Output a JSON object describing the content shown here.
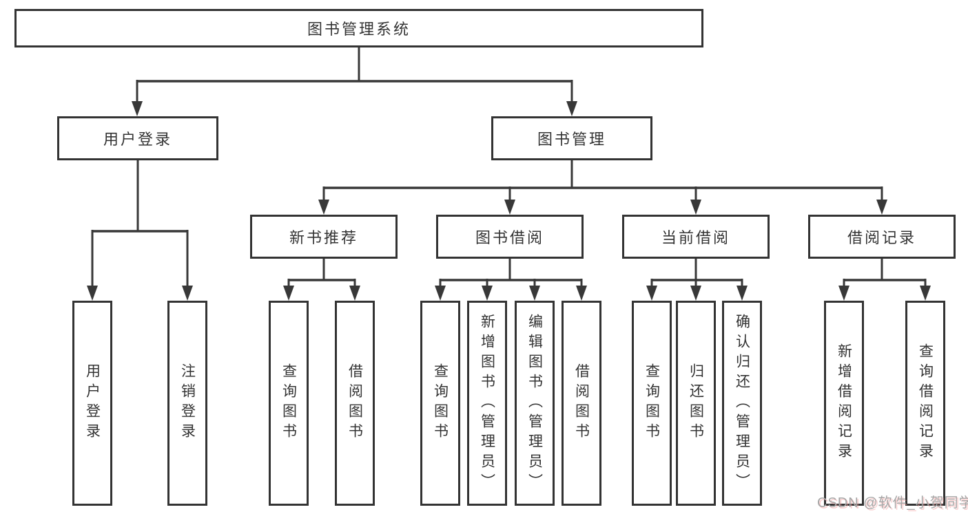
{
  "diagram": {
    "type": "functional-structure-tree",
    "colors": {
      "background": "#ffffff",
      "box_border": "#333333",
      "line": "#383838",
      "text": "#333333",
      "watermark": "#a6a6a6"
    },
    "root": {
      "label": "图书管理系统",
      "children": [
        {
          "label": "用户登录",
          "children": [
            {
              "label": "用户登录"
            },
            {
              "label": "注销登录"
            }
          ]
        },
        {
          "label": "图书管理",
          "children": [
            {
              "label": "新书推荐",
              "children": [
                {
                  "label": "查询图书"
                },
                {
                  "label": "借阅图书"
                }
              ]
            },
            {
              "label": "图书借阅",
              "children": [
                {
                  "label": "查询图书"
                },
                {
                  "label": "新增图书（管理员）"
                },
                {
                  "label": "编辑图书（管理员）"
                },
                {
                  "label": "借阅图书"
                }
              ]
            },
            {
              "label": "当前借阅",
              "children": [
                {
                  "label": "查询图书"
                },
                {
                  "label": "归还图书"
                },
                {
                  "label": "确认归还（管理员）"
                }
              ]
            },
            {
              "label": "借阅记录",
              "children": [
                {
                  "label": "新增借阅记录"
                },
                {
                  "label": "查询借阅记录"
                }
              ]
            }
          ]
        }
      ]
    },
    "watermark": {
      "text": "CSDN @软件_小贺同学"
    }
  }
}
